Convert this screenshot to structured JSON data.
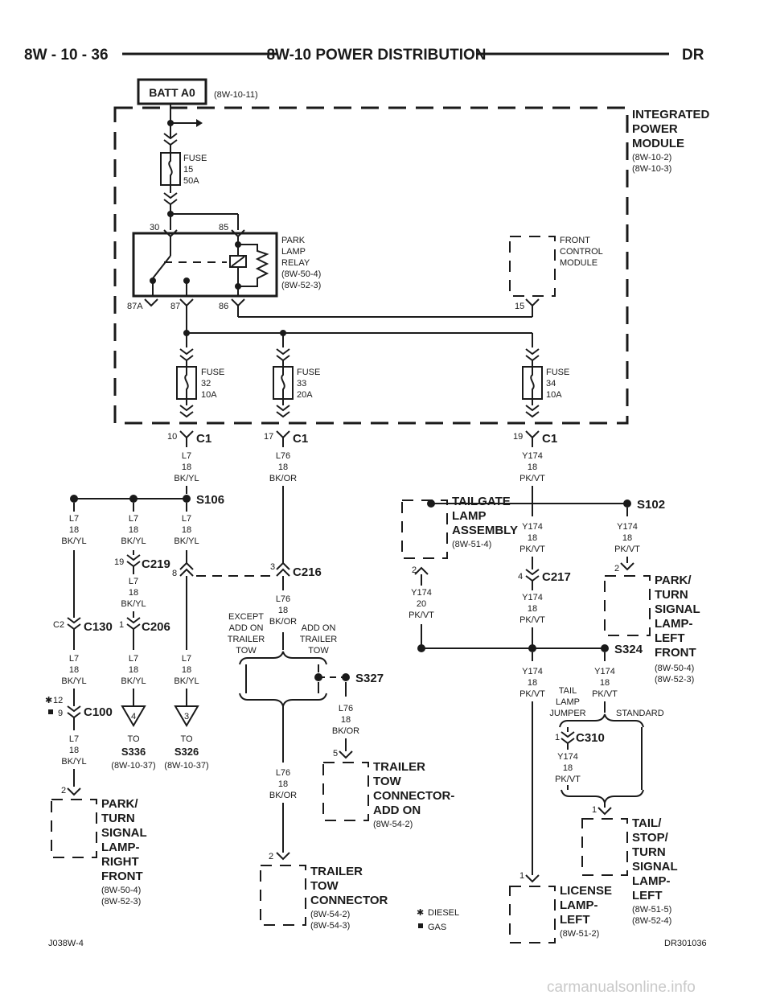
{
  "header": {
    "left": "8W - 10 - 36",
    "title": "8W-10 POWER DISTRIBUTION",
    "right": "DR"
  },
  "footer": {
    "left": "J038W-4",
    "right": "DR301036"
  },
  "watermark": "carmanualsonline.info",
  "batt": {
    "label": "BATT A0",
    "ref": "(8W-10-11)"
  },
  "ipm": {
    "title": [
      "INTEGRATED",
      "POWER",
      "MODULE"
    ],
    "refs": [
      "(8W-10-2)",
      "(8W-10-3)"
    ]
  },
  "fuses": {
    "f15": [
      "FUSE",
      "15",
      "50A"
    ],
    "f32": [
      "FUSE",
      "32",
      "10A"
    ],
    "f33": [
      "FUSE",
      "33",
      "20A"
    ],
    "f34": [
      "FUSE",
      "34",
      "10A"
    ]
  },
  "relay": {
    "lines": [
      "PARK",
      "LAMP",
      "RELAY",
      "(8W-50-4)",
      "(8W-52-3)"
    ],
    "pins": {
      "p30": "30",
      "p85": "85",
      "p87a": "87A",
      "p87": "87",
      "p86": "86"
    }
  },
  "fcm": {
    "lines": [
      "FRONT",
      "CONTROL",
      "MODULE"
    ],
    "pin": "15"
  },
  "connectors": {
    "c1": "C1",
    "c1_pin10": "10",
    "c1_pin17": "17",
    "c1_pin19": "19",
    "s106": "S106",
    "s102": "S102",
    "s324": "S324",
    "s327": "S327",
    "c219": "C219",
    "c219_pin": "19",
    "c206": "C206",
    "c206_pin": "1",
    "c130": "C130",
    "c130_pin": "C2",
    "c100": "C100",
    "c100_pin_diesel": "12",
    "c100_pin_gas": "9",
    "c216": "C216",
    "c216_pin_left": "8",
    "c216_pin_right": "3",
    "c217": "C217",
    "c217_pin": "4",
    "c310": "C310",
    "c310_pin": "1"
  },
  "wires": {
    "l7": [
      "L7",
      "18",
      "BK/YL"
    ],
    "l76": [
      "L76",
      "18",
      "BK/OR"
    ],
    "y174": [
      "Y174",
      "18",
      "PK/VT"
    ],
    "y174_20": [
      "Y174",
      "20",
      "PK/VT"
    ]
  },
  "refs_to": {
    "to": "TO",
    "s336": "S336",
    "s336_ref": "(8W-10-37)",
    "s336_pin": "4",
    "s326": "S326",
    "s326_ref": "(8W-10-37)",
    "s326_pin": "3"
  },
  "options": {
    "except": [
      "EXCEPT",
      "ADD ON",
      "TRAILER",
      "TOW"
    ],
    "addon": [
      "ADD ON",
      "TRAILER",
      "TOW"
    ],
    "jumper": [
      "TAIL",
      "LAMP",
      "JUMPER"
    ],
    "standard": "STANDARD"
  },
  "components": {
    "tailgate": {
      "lines": [
        "TAILGATE",
        "LAMP",
        "ASSEMBLY"
      ],
      "ref": "(8W-51-4)",
      "pin": "2"
    },
    "pt_left": {
      "lines": [
        "PARK/",
        "TURN",
        "SIGNAL",
        "LAMP-",
        "LEFT",
        "FRONT"
      ],
      "refs": [
        "(8W-50-4)",
        "(8W-52-3)"
      ],
      "pin": "2"
    },
    "pt_right": {
      "lines": [
        "PARK/",
        "TURN",
        "SIGNAL",
        "LAMP-",
        "RIGHT",
        "FRONT"
      ],
      "refs": [
        "(8W-50-4)",
        "(8W-52-3)"
      ],
      "pin": "2"
    },
    "tow_addon": {
      "lines": [
        "TRAILER",
        "TOW",
        "CONNECTOR-",
        "ADD ON"
      ],
      "ref": "(8W-54-2)",
      "pin": "5"
    },
    "tow": {
      "lines": [
        "TRAILER",
        "TOW",
        "CONNECTOR"
      ],
      "refs": [
        "(8W-54-2)",
        "(8W-54-3)"
      ],
      "pin": "2"
    },
    "license": {
      "lines": [
        "LICENSE",
        "LAMP-",
        "LEFT"
      ],
      "ref": "(8W-51-2)",
      "pin": "1"
    },
    "tail_stop": {
      "lines": [
        "TAIL/",
        "STOP/",
        "TURN",
        "SIGNAL",
        "LAMP-",
        "LEFT"
      ],
      "refs": [
        "(8W-51-5)",
        "(8W-52-4)"
      ],
      "pin": "1"
    }
  },
  "legend": {
    "diesel": "DIESEL",
    "gas": "GAS"
  }
}
